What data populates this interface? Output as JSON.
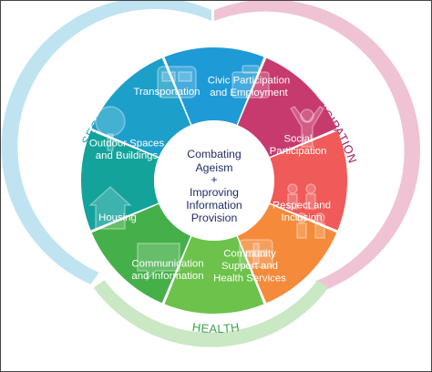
{
  "center": {
    "line1": "Combating",
    "line2": "Ageism",
    "plus": "+",
    "line3": "Improving",
    "line4": "Information",
    "line5": "Provision"
  },
  "rings": {
    "security": {
      "label": "SECURITY",
      "color": "#bfe3f1",
      "text_color": "#33a8cc"
    },
    "participation": {
      "label": "PARTICIPATION",
      "color": "#efc3d3",
      "text_color": "#a61e5a"
    },
    "health": {
      "label": "HEALTH",
      "color": "#c9e8c3",
      "text_color": "#3aa34a"
    }
  },
  "segments": [
    {
      "id": "transportation",
      "lines": [
        "Transportation"
      ],
      "color": "#1e9ad6",
      "icon": "bus-icon"
    },
    {
      "id": "civic",
      "lines": [
        "Civic Participation",
        "and Employment"
      ],
      "color": "#c73a6d",
      "icon": "briefcase-icon"
    },
    {
      "id": "social",
      "lines": [
        "Social",
        "Participation"
      ],
      "color": "#f05a58",
      "icon": "person-cheering-icon"
    },
    {
      "id": "respect",
      "lines": [
        "Respect and",
        "Inclusion"
      ],
      "color": "#f58a3a",
      "icon": "people-group-icon"
    },
    {
      "id": "community",
      "lines": [
        "Community",
        "Support and",
        "Health Services"
      ],
      "color": "#6cc24a",
      "icon": "medical-icon"
    },
    {
      "id": "communication",
      "lines": [
        "Communication",
        "and Information"
      ],
      "color": "#45b04a",
      "icon": "speech-bubble-icon"
    },
    {
      "id": "housing",
      "lines": [
        "Housing"
      ],
      "color": "#14a39b",
      "icon": "house-icon"
    },
    {
      "id": "outdoor",
      "lines": [
        "Outdoor Spaces",
        "and Buildings"
      ],
      "color": "#1c9fc9",
      "icon": "tree-icon"
    }
  ]
}
